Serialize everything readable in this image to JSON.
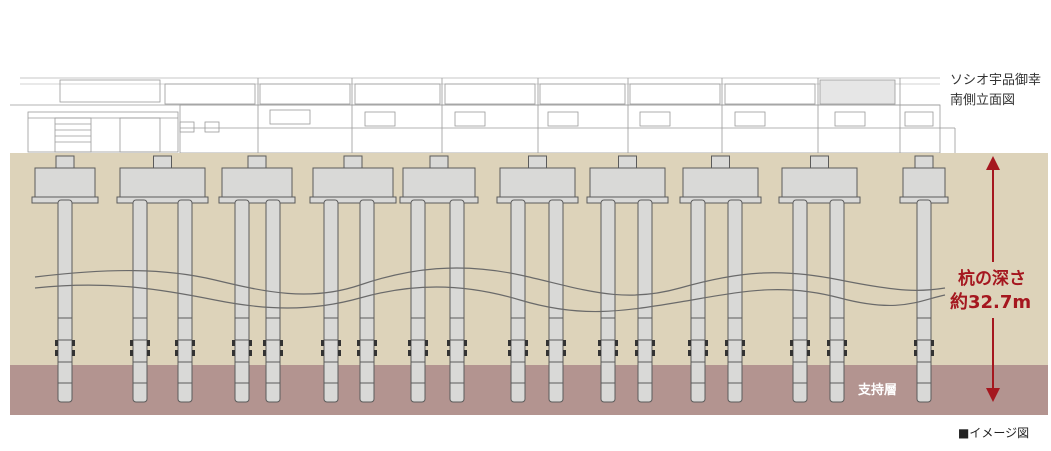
{
  "building": {
    "name": "ソシオ宇品御幸",
    "view": "南側立面図"
  },
  "depth_label": {
    "line1": "杭の深さ",
    "line2": "約32.7m"
  },
  "bearing_layer_label": "支持層",
  "note": "■イメージ図",
  "colors": {
    "soil": "#ddd3ba",
    "bearing_layer": "#b39490",
    "pile": "#d9d9d7",
    "pile_outline": "#5b5b5b",
    "accent": "#a5171f"
  }
}
